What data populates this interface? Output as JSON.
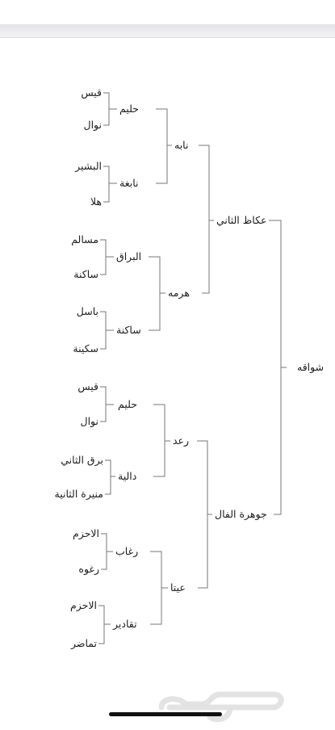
{
  "tree": {
    "root": "شواقه",
    "halves": [
      {
        "sire": "عكاظ الثاني",
        "sire_line": {
          "name": "نابه",
          "parents": [
            {
              "name": "حليم",
              "parents": [
                "قيس",
                "نوال"
              ]
            },
            {
              "name": "نابغة",
              "parents": [
                "البشير",
                "هلا"
              ]
            }
          ]
        },
        "dam_line": {
          "name": "هرمه",
          "parents": [
            {
              "name": "البراق",
              "parents": [
                "مسالم",
                "ساكنة"
              ]
            },
            {
              "name": "ساكنة",
              "parents": [
                "باسل",
                "سكينة"
              ]
            }
          ]
        }
      },
      {
        "sire": "جوهرة الفال",
        "sire_line": {
          "name": "رعد",
          "parents": [
            {
              "name": "حليم",
              "parents": [
                "قيس",
                "نوال"
              ]
            },
            {
              "name": "دالية",
              "parents": [
                "برق الثاني",
                "منيرة الثانية"
              ]
            }
          ]
        },
        "dam_line": {
          "name": "عيتا",
          "parents": [
            {
              "name": "رغاب",
              "parents": [
                "الاحزم",
                "رغوه"
              ]
            },
            {
              "name": "تقادير",
              "parents": [
                "الاحزم",
                "تماضر"
              ]
            }
          ]
        }
      }
    ]
  },
  "watermark": {
    "text": "حراج"
  }
}
